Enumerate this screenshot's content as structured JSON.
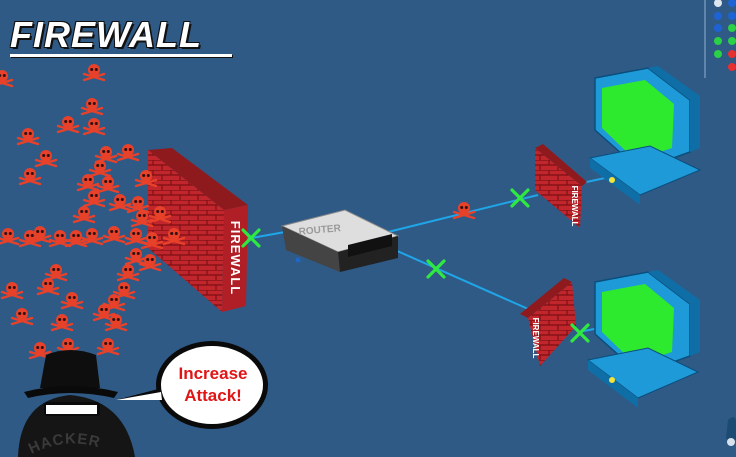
{
  "title": "FIREWALL",
  "main_firewall_label": "FIREWALL",
  "router_label": "ROUTER",
  "pc_firewall_top_label": "FIREWALL",
  "pc_firewall_bottom_label": "FIREWALL",
  "speech_bubble": {
    "line1": "Increase",
    "line2": "Attack!"
  },
  "hacker_label": "HACKER",
  "colors": {
    "background": "#2f5a86",
    "skull": "#e8412a",
    "brick": "#c0262c",
    "monitor_screen": "#2eea2e",
    "computer_body": "#1f9ad8",
    "network_line": "#1fa6e8",
    "blocked_mark": "#2fe840",
    "speech_text": "#e01515"
  },
  "icons": {
    "attack": "skull-icon",
    "blocked": "blocked-x-icon",
    "status": "status-dot-icon"
  }
}
